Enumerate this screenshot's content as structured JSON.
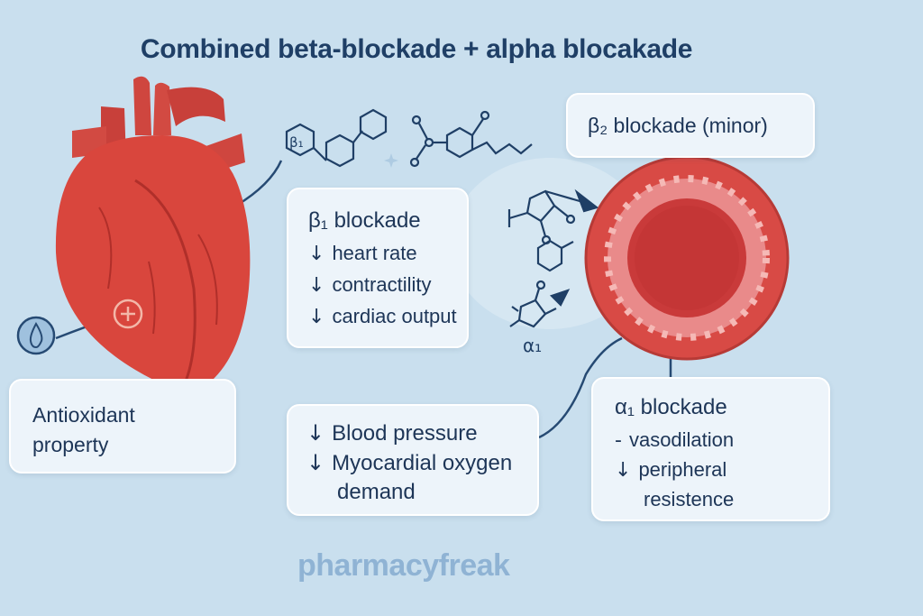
{
  "title": "Combined beta-blockade + alpha blocakade",
  "colors": {
    "background": "#c9dfee",
    "heart": "#d9463d",
    "heart_dark": "#b02f2a",
    "vessel_outer": "#d84a45",
    "vessel_inner": "#e98a8a",
    "text": "#1d3557",
    "molecule": "#1f3f66",
    "card": "#edf4fa"
  },
  "icons": {
    "heart": "heart-icon",
    "antioxidant": "droplet-icon",
    "plus": "plus-icon",
    "vessel": "blood-vessel-icon",
    "molecule": "molecule-icon"
  },
  "molecule_labels": {
    "beta1": "β₁",
    "alpha1": "α₁"
  },
  "antioxidant": {
    "line1": "Antioxidant",
    "line2": "property"
  },
  "beta1": {
    "heading": "β₁ blockade",
    "arrow": "↓",
    "effects": [
      "heart rate",
      "contractility",
      "cardiac output"
    ]
  },
  "beta2": {
    "label": "β₂ blockade (minor)"
  },
  "blood_pressure": {
    "arrow": "↓",
    "line1": "Blood pressure",
    "line2": "Myocardial oxygen",
    "line3": "demand"
  },
  "alpha1": {
    "heading": "α₁ blockade",
    "dash": "-",
    "effect1": "vasodilation",
    "arrow": "↓",
    "effect2": "peripheral",
    "effect3": "resistence"
  },
  "watermark": "pharmacyfreak"
}
